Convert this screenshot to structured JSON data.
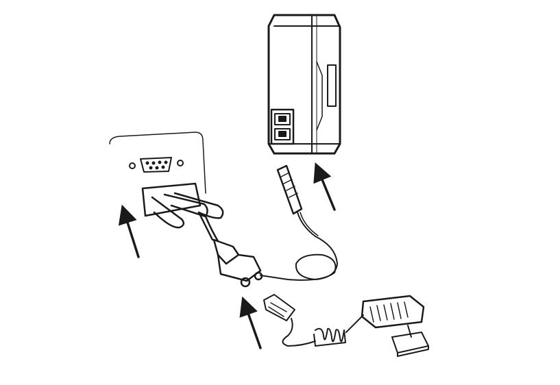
{
  "diagram": {
    "stroke_color": "#1a1a1a",
    "background_color": "#ffffff",
    "arrow_count": 3,
    "parts": [
      "scanner-base-unit",
      "serial-port-panel",
      "rs232-connector",
      "interface-cable",
      "power-adapter"
    ]
  }
}
